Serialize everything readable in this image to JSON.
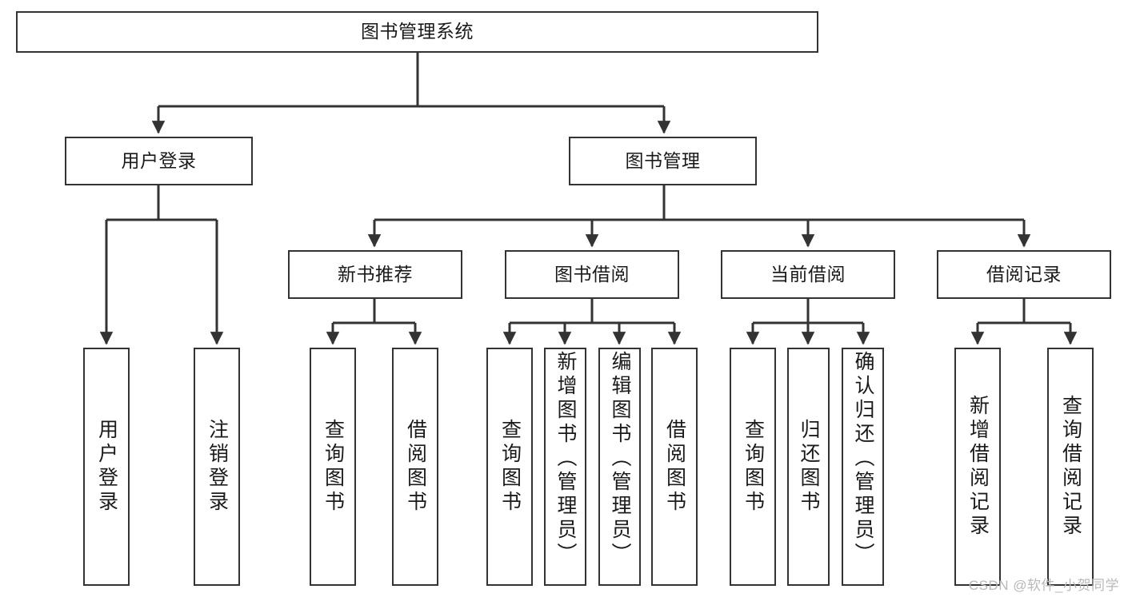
{
  "diagram": {
    "title": "图书管理系统",
    "watermark": "CSDN @软件_小贺同学",
    "colors": {
      "background": "#ffffff",
      "box_border": "#333333",
      "box_fill": "#ffffff",
      "connector": "#333333",
      "text": "#1a1a1a",
      "watermark": "#b9b9b9"
    },
    "levels": {
      "root": {
        "label": "图书管理系统"
      },
      "level2": [
        {
          "label": "用户登录"
        },
        {
          "label": "图书管理"
        }
      ],
      "level3": [
        {
          "label": "新书推荐"
        },
        {
          "label": "图书借阅"
        },
        {
          "label": "当前借阅"
        },
        {
          "label": "借阅记录"
        }
      ],
      "leaves": {
        "user_login": [
          {
            "label": "用户登录"
          },
          {
            "label": "注销登录"
          }
        ],
        "new_book_recommend": [
          {
            "label": "查询图书"
          },
          {
            "label": "借阅图书"
          }
        ],
        "book_borrow": [
          {
            "label": "查询图书"
          },
          {
            "label": "新增图书（管理员）"
          },
          {
            "label": "编辑图书（管理员）"
          },
          {
            "label": "借阅图书"
          }
        ],
        "current_borrow": [
          {
            "label": "查询图书"
          },
          {
            "label": "归还图书"
          },
          {
            "label": "确认归还（管理员）"
          }
        ],
        "borrow_record": [
          {
            "label": "新增借阅记录"
          },
          {
            "label": "查询借阅记录"
          }
        ]
      }
    }
  }
}
